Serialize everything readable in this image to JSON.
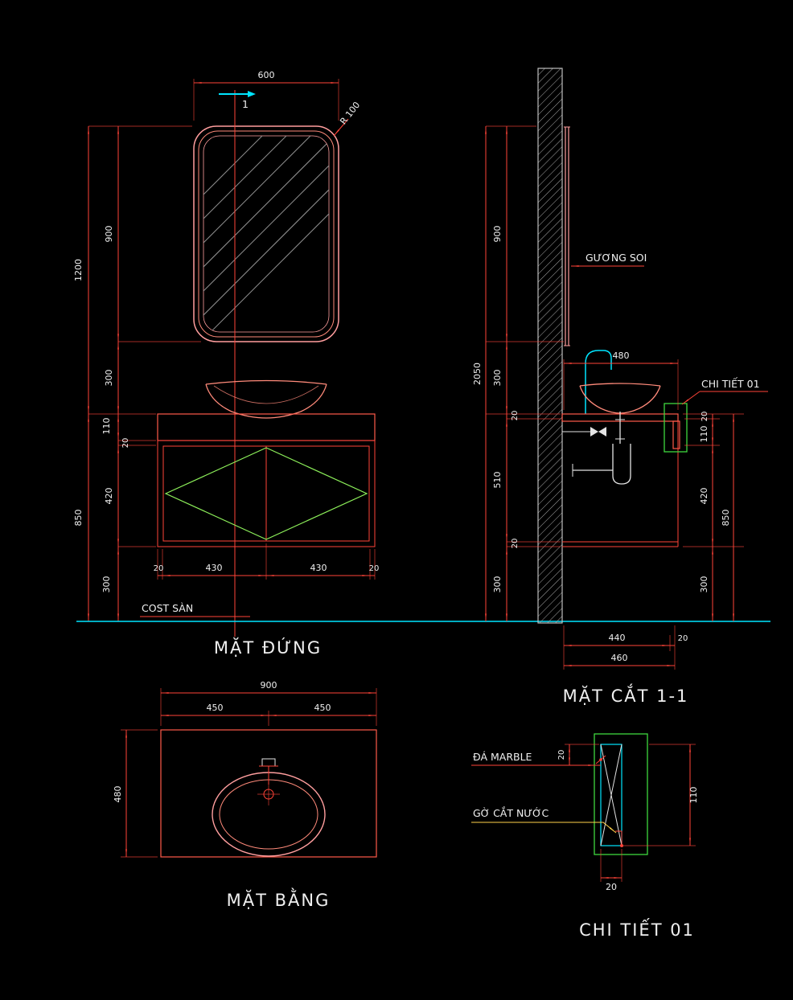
{
  "drawing": {
    "background": "#000000",
    "colors": {
      "dimension_red": "#ff4338",
      "mirror_pink": "#ff9e9e",
      "cyan": "#00e5ff",
      "cabinet_green": "#8df05a",
      "detail_green": "#3fd83f",
      "leader_yellow": "#ffd24a",
      "text_white": "#f0f0f0"
    }
  },
  "front": {
    "title": "MẶT ĐỨNG",
    "section_mark": "1",
    "radius_label": "R 100",
    "floor_label": "COST SÀN",
    "dim_top": "600",
    "dims_left_outer": [
      "1200",
      "850"
    ],
    "dims_left_inner": [
      "900",
      "300",
      "110",
      "20",
      "420",
      "300"
    ],
    "dims_bottom": [
      "20",
      "430",
      "430",
      "20"
    ]
  },
  "section": {
    "title": "MẶT CẮT 1-1",
    "mirror_label": "GƯƠNG SOI",
    "detail_callout": "CHI TIẾT 01",
    "dim_total_height": "2050",
    "dims_left_inner": [
      "900",
      "300",
      "20",
      "510",
      "20",
      "300"
    ],
    "dim_counter_depth": "480",
    "dims_right_inner": [
      "20",
      "110",
      "420",
      "300"
    ],
    "dim_right_outer": "850",
    "dims_bottom": [
      "440",
      "20",
      "460"
    ]
  },
  "plan": {
    "title": "MẶT BẰNG",
    "dim_width": "900",
    "dims_half": [
      "450",
      "450"
    ],
    "dim_depth": "480"
  },
  "detail": {
    "title": "CHI TIẾT 01",
    "marble_label": "ĐÁ MARBLE",
    "drip_label": "GỜ CẮT NƯỚC",
    "dim_thickness": "20",
    "dim_height": "110",
    "dim_width": "20"
  }
}
